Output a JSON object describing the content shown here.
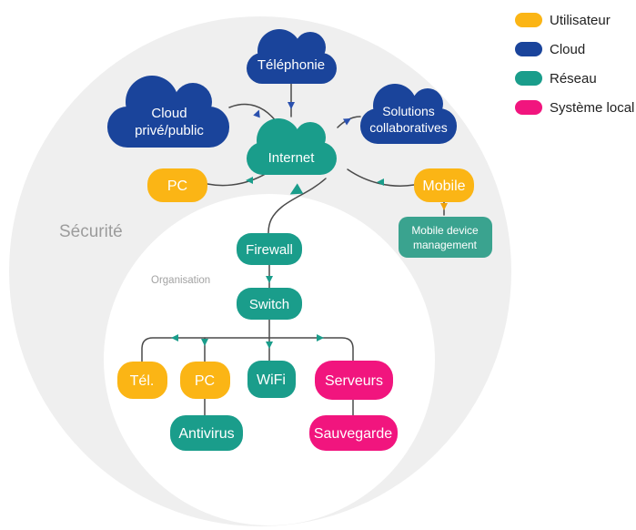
{
  "zones": {
    "outer_label": "Sécurité",
    "inner_label": "Organisation"
  },
  "nodes": {
    "telephonie": {
      "label": "Téléphonie",
      "type": "cloud",
      "color": "#1A449B"
    },
    "cloud_prive_public": {
      "line1": "Cloud",
      "line2": "privé/public",
      "type": "cloud",
      "color": "#1A449B"
    },
    "solutions_collaboratives": {
      "line1": "Solutions",
      "line2": "collaboratives",
      "type": "cloud",
      "color": "#1A449B"
    },
    "internet": {
      "label": "Internet",
      "type": "cloud",
      "color": "#1A9D8B"
    },
    "pc_top": {
      "label": "PC",
      "color": "#FBB515"
    },
    "mobile": {
      "label": "Mobile",
      "color": "#FBB515"
    },
    "mdm": {
      "line1": "Mobile device",
      "line2": "management",
      "color": "#3AA38F"
    },
    "firewall": {
      "label": "Firewall",
      "color": "#1A9D8B"
    },
    "switch": {
      "label": "Switch",
      "color": "#1A9D8B"
    },
    "tel": {
      "label": "Tél.",
      "color": "#FBB515"
    },
    "pc": {
      "label": "PC",
      "color": "#FBB515"
    },
    "wifi": {
      "label": "WiFi",
      "color": "#1A9D8B"
    },
    "serveurs": {
      "label": "Serveurs",
      "color": "#F1157E"
    },
    "antivirus": {
      "label": "Antivirus",
      "color": "#1A9D8B"
    },
    "sauvegarde": {
      "label": "Sauvegarde",
      "color": "#F1157E"
    }
  },
  "legend": {
    "items": [
      {
        "label": "Utilisateur",
        "color": "#FBB515"
      },
      {
        "label": "Cloud",
        "color": "#1A449B"
      },
      {
        "label": "Réseau",
        "color": "#1A9D8B"
      },
      {
        "label": "Système local",
        "color": "#F1157E"
      }
    ]
  },
  "colors": {
    "outer_zone": "#EFEFEF",
    "inner_zone": "#FFFFFF",
    "edge": "#4A4A4A",
    "arrow_blue": "#2A50AE",
    "arrow_teal": "#1A9D8B",
    "arrow_yellow": "#F0A30A"
  }
}
